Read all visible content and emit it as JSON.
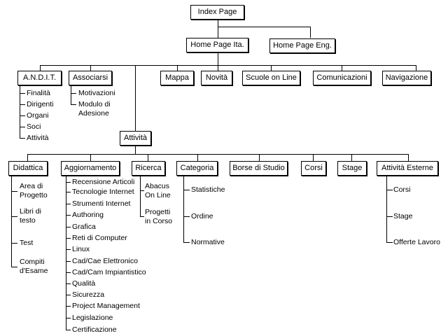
{
  "root": "Index Page",
  "home_ita": "Home Page Ita.",
  "home_eng": "Home Page Eng.",
  "level2": {
    "andit": {
      "label": "A.N.D.I.T.",
      "items": [
        "Finalità",
        "Dirigenti",
        "Organi",
        "Soci",
        "Attività"
      ]
    },
    "associarsi": {
      "label": "Associarsi",
      "items": [
        "Motivazioni",
        "Modulo di\nAdesione"
      ]
    },
    "mappa": "Mappa",
    "novita": "Novità",
    "scuole": "Scuole on Line",
    "comunicazioni": "Comunicazioni",
    "navigazione": "Navigazione"
  },
  "attivita": "Attività",
  "level3": {
    "didattica": {
      "label": "Didattica",
      "items": [
        "Area di\nProgetto",
        "Libri di\ntesto",
        "Test",
        "Compiti\nd'Esame"
      ]
    },
    "aggiornamento": {
      "label": "Aggiornamento",
      "items": [
        "Recensione Articoli",
        "Tecnologie Internet",
        "Strumenti Internet",
        "Authoring",
        "Grafica",
        "Reti di Computer",
        "Linux",
        "Cad/Cae Elettronico",
        "Cad/Cam Impiantistico",
        "Qualità",
        "Sicurezza",
        "Project Management",
        "Legislazione",
        "Certificazione"
      ]
    },
    "ricerca": {
      "label": "Ricerca",
      "items": [
        "Abacus\nOn Line",
        "Progetti\nin Corso"
      ]
    },
    "categoria": {
      "label": "Categoria",
      "items": [
        "Statistiche",
        "Ordine",
        "Normative"
      ]
    },
    "borse": "Borse di Studio",
    "corsi": "Corsi",
    "stage": "Stage",
    "esterne": {
      "label": "Attività Esterne",
      "items": [
        "Corsi",
        "Stage",
        "Offerte Lavoro"
      ]
    }
  }
}
